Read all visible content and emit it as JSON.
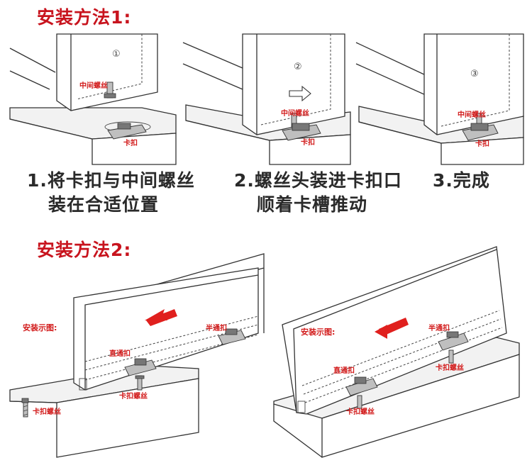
{
  "method1": {
    "heading": "安装方法1:",
    "steps": [
      {
        "number": "①",
        "label_screw": "中间螺丝",
        "label_clip": "卡扣",
        "caption_line1": "1.将卡扣与中间螺丝",
        "caption_line2": "装在合适位置"
      },
      {
        "number": "②",
        "label_screw": "中间螺丝",
        "label_clip": "卡扣",
        "caption_line1": "2.螺丝头装进卡扣口",
        "caption_line2": "顺着卡槽推动"
      },
      {
        "number": "③",
        "label_screw": "中间螺丝",
        "label_clip": "卡扣",
        "caption_line1": "3.完成",
        "caption_line2": ""
      }
    ]
  },
  "method2": {
    "heading": "安装方法2:",
    "left": {
      "diagram_label": "安装示图:",
      "half_clip": "半通扣",
      "full_clip": "直通扣",
      "clip_screw": "卡扣螺丝",
      "loose_screw": "卡扣螺丝"
    },
    "right": {
      "diagram_label": "安装示图:",
      "half_clip": "半通扣",
      "full_clip": "直通扣",
      "clip_screw_top": "卡扣螺丝",
      "clip_screw_bottom": "卡扣螺丝"
    }
  },
  "colors": {
    "heading": "#c8141e",
    "arrow": "#e0201e",
    "label": "#d21a1a"
  }
}
